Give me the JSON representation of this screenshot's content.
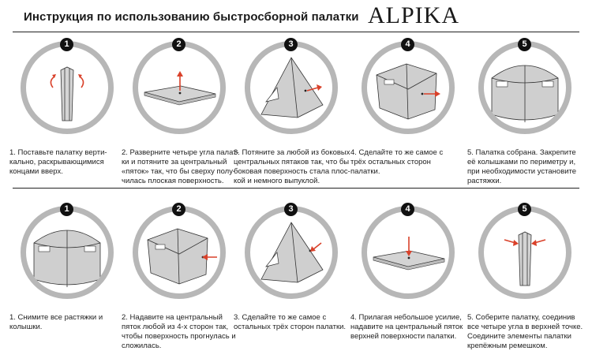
{
  "header": {
    "title": "Инструкция по использованию быстросборной палатки",
    "brand": "ALPIKA"
  },
  "assembly": [
    {
      "num": "1",
      "text": "1. Поставьте палатку верти-\nкально, раскрывающимися\nконцами вверх."
    },
    {
      "num": "2",
      "text": "2. Разверните четыре угла палат-\nки и потяните за центральный\n«пяток» так, что бы сверху полу-\nчилась плоская поверхность."
    },
    {
      "num": "3",
      "text": "3. Потяните за любой из боковых\nцентральных пятаков так, что бы\nбоковая поверхность стала плос-\nкой и немного выпуклой."
    },
    {
      "num": "4",
      "text": "4. Сделайте то же самое с\nтрёх остальных сторон\nпалатки."
    },
    {
      "num": "5",
      "text": "5. Палатка собрана. Закрепите\nеё колышками по периметру и,\nпри необходимости установите\nрастяжки."
    }
  ],
  "disassembly": [
    {
      "num": "1",
      "text": "1. Снимите все растяжки и\nколышки."
    },
    {
      "num": "2",
      "text": "2. Надавите на центральный\nпяток любой из 4-х сторон так,\nчтобы поверхность прогнулась и\nсложилась."
    },
    {
      "num": "3",
      "text": "3. Сделайте то же самое с\nостальных трёх сторон палатки."
    },
    {
      "num": "4",
      "text": "4. Прилагая небольшое усилие,\nнадавите на центральный пяток\nверхней поверхности палатки."
    },
    {
      "num": "5",
      "text": "5. Соберите палатку, соединив\nвсе четыре угла в верхней точке.\nСоедините элементы палатки\nкрепёжным ремешком."
    }
  ],
  "colors": {
    "ring": "#b7b7b7",
    "arrow": "#d9412a",
    "tent": "#cfcfcf"
  }
}
